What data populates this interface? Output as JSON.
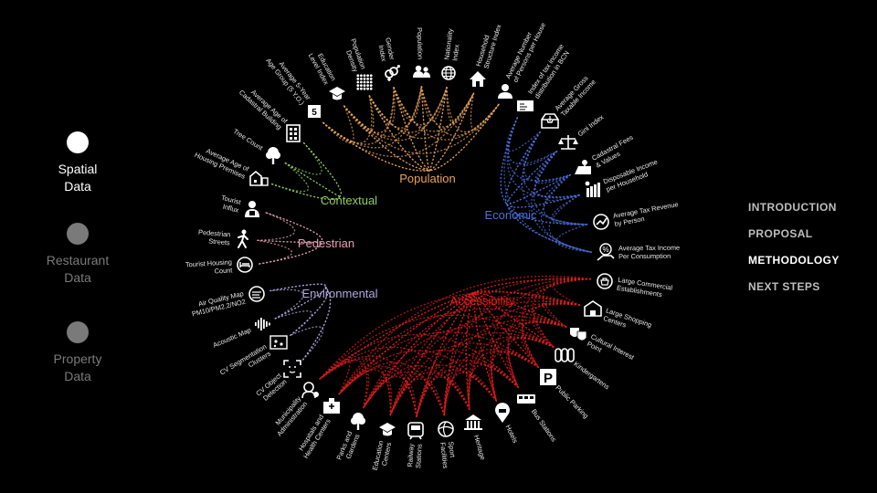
{
  "colors": {
    "background": "#000000",
    "population": "#e8a25a",
    "economic": "#4a6fd8",
    "accessibility": "#e01c1c",
    "contextual": "#8ecf5f",
    "pedestrian": "#e6a0b0",
    "environmental": "#b0a8e0",
    "nav_active": "#ffffff",
    "nav_inactive": "#7a7a7a"
  },
  "left_nav": {
    "items": [
      {
        "label_1": "Spatial",
        "label_2": "Data",
        "active": true
      },
      {
        "label_1": "Restaurant",
        "label_2": "Data",
        "active": false
      },
      {
        "label_1": "Property",
        "label_2": "Data",
        "active": false
      }
    ]
  },
  "right_nav": {
    "items": [
      {
        "label": "INTRODUCTION",
        "active": false
      },
      {
        "label": "PROPOSAL",
        "active": false
      },
      {
        "label": "METHODOLOGY",
        "active": true
      },
      {
        "label": "NEXT STEPS",
        "active": false
      }
    ]
  },
  "categories": {
    "population": "Population",
    "economic": "Economic",
    "accessibility": "Accessibility",
    "contextual": "Contextual",
    "pedestrian": "Pedestrian",
    "environmental": "Environmental"
  },
  "nodes": [
    {
      "label": [
        "Average 5-Year",
        "Age Group (5 Y.O.)"
      ],
      "icon": "number-5-icon",
      "group": "population"
    },
    {
      "label": [
        "Education",
        "Level Index"
      ],
      "icon": "graduation-cap-icon",
      "group": "population"
    },
    {
      "label": [
        "Population",
        "Density"
      ],
      "icon": "dot-grid-icon",
      "group": "population"
    },
    {
      "label": [
        "Gender",
        "Index"
      ],
      "icon": "gender-icon",
      "group": "population"
    },
    {
      "label": [
        "Population"
      ],
      "icon": "people-icon",
      "group": "population"
    },
    {
      "label": [
        "Nationality",
        "Index"
      ],
      "icon": "globe-icon",
      "group": "population"
    },
    {
      "label": [
        "Household",
        "Structure Index"
      ],
      "icon": "house-icon",
      "group": "population"
    },
    {
      "label": [
        "Average Number",
        "of Persons per House"
      ],
      "icon": "person-icon",
      "group": "population"
    },
    {
      "label": [
        "Index of tax income",
        "distribution in BCN"
      ],
      "icon": "tax-document-icon",
      "group": "economic"
    },
    {
      "label": [
        "Average Gross",
        "Taxable Income"
      ],
      "icon": "inbox-icon",
      "group": "economic"
    },
    {
      "label": [
        "Gini Index"
      ],
      "icon": "scale-icon",
      "group": "economic"
    },
    {
      "label": [
        "Cadastral Fees",
        "& Values"
      ],
      "icon": "land-value-icon",
      "group": "economic"
    },
    {
      "label": [
        "Disposable Income",
        "per Household"
      ],
      "icon": "money-bars-icon",
      "group": "economic"
    },
    {
      "label": [
        "Average Tax Revenue",
        "by Person"
      ],
      "icon": "revenue-icon",
      "group": "economic"
    },
    {
      "label": [
        "Average Tax Income",
        "Per Consumption"
      ],
      "icon": "percent-hand-icon",
      "group": "economic"
    },
    {
      "label": [
        "Large Commercial",
        "Establishments"
      ],
      "icon": "commercial-icon",
      "group": "accessibility"
    },
    {
      "label": [
        "Large Shopping",
        "Centers"
      ],
      "icon": "shopping-center-icon",
      "group": "accessibility"
    },
    {
      "label": [
        "Cultural Interest",
        "Point"
      ],
      "icon": "theater-masks-icon",
      "group": "accessibility"
    },
    {
      "label": [
        "Kindergartens"
      ],
      "icon": "kindergarten-icon",
      "group": "accessibility"
    },
    {
      "label": [
        "Public Parking"
      ],
      "icon": "parking-icon",
      "group": "accessibility"
    },
    {
      "label": [
        "Bus Stations"
      ],
      "icon": "bus-icon",
      "group": "accessibility"
    },
    {
      "label": [
        "Hotels"
      ],
      "icon": "hotel-pin-icon",
      "group": "accessibility"
    },
    {
      "label": [
        "Heritage"
      ],
      "icon": "heritage-icon",
      "group": "accessibility"
    },
    {
      "label": [
        "Sport",
        "Facilities"
      ],
      "icon": "sport-ball-icon",
      "group": "accessibility"
    },
    {
      "label": [
        "Railway",
        "Stations"
      ],
      "icon": "train-icon",
      "group": "accessibility"
    },
    {
      "label": [
        "Education",
        "Centers"
      ],
      "icon": "graduation-cap-icon",
      "group": "accessibility"
    },
    {
      "label": [
        "Parks and",
        "Gardens"
      ],
      "icon": "tree-icon",
      "group": "accessibility"
    },
    {
      "label": [
        "Hospitals and",
        "Health Centers"
      ],
      "icon": "hospital-icon",
      "group": "accessibility"
    },
    {
      "label": [
        "Municipality",
        "Administration"
      ],
      "icon": "administration-icon",
      "group": "accessibility"
    },
    {
      "label": [
        "CV Object",
        "Detection"
      ],
      "icon": "face-scan-icon",
      "group": "environmental"
    },
    {
      "label": [
        "CV Segmentation",
        "Clusters"
      ],
      "icon": "segmentation-icon",
      "group": "environmental"
    },
    {
      "label": [
        "Acoustic Map"
      ],
      "icon": "sound-wave-icon",
      "group": "environmental"
    },
    {
      "label": [
        "Air Quality Map",
        "PM10/PM2.2/NO2"
      ],
      "icon": "air-quality-icon",
      "group": "environmental"
    },
    {
      "label": [
        "Tourist Housing",
        "Count"
      ],
      "icon": "bed-pin-icon",
      "group": "pedestrian"
    },
    {
      "label": [
        "Pedestrian",
        "Streets"
      ],
      "icon": "walking-person-icon",
      "group": "pedestrian"
    },
    {
      "label": [
        "Tourist",
        "Influx"
      ],
      "icon": "tourist-icon",
      "group": "pedestrian"
    },
    {
      "label": [
        "Average Age of",
        "Housing Premises"
      ],
      "icon": "housing-premises-icon",
      "group": "contextual"
    },
    {
      "label": [
        "Tree Count"
      ],
      "icon": "tree-icon",
      "group": "contextual"
    },
    {
      "label": [
        "Average Age of",
        "Cadastral Building"
      ],
      "icon": "building-icon",
      "group": "contextual"
    }
  ]
}
